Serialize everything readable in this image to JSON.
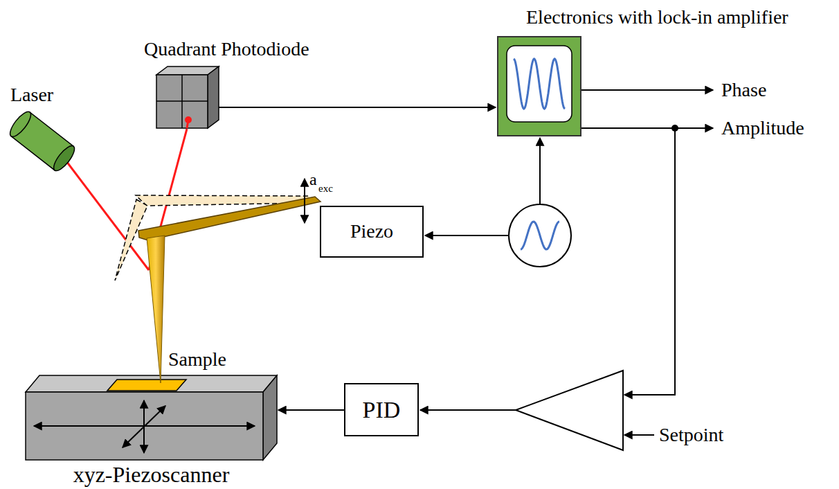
{
  "diagram": {
    "nodes": [
      {
        "text": [
          "Electronics with lock-in amplifier"
        ]
      },
      {
        "text": [
          "Quadrant Photodiode"
        ]
      },
      {
        "text": [
          "Laser"
        ]
      },
      {
        "text": [
          "Piezo"
        ]
      },
      {
        "text": [
          "PID"
        ]
      },
      {
        "text": [
          "xyz-Piezoscanner"
        ]
      }
    ],
    "edges": [
      {
        "from": 1,
        "to": 0,
        "arrow": "to"
      },
      {
        "from": 4,
        "to": 5,
        "arrow": "to"
      }
    ],
    "labels": [
      "Phase",
      "Amplitude",
      "Setpoint",
      "Sample",
      "a",
      "exc"
    ]
  }
}
